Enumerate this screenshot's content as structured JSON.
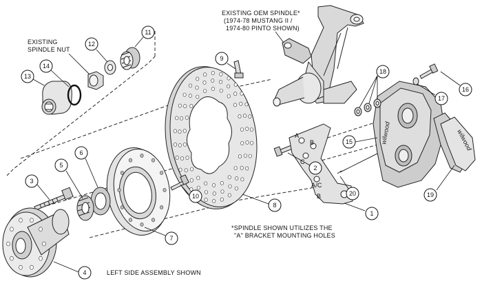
{
  "labels": {
    "spindle_title": "EXISTING OEM SPINDLE*",
    "spindle_sub1": "(1974-78 MUSTANG II /",
    "spindle_sub2": "1974-80 PINTO SHOWN)",
    "nut_line1": "EXISTING",
    "nut_line2": "SPINDLE NUT",
    "note_line1": "*SPINDLE SHOWN UTILIZES THE",
    "note_line2": "\"A\" BRACKET MOUNTING HOLES",
    "footer": "LEFT SIDE ASSEMBLY SHOWN",
    "caliper_brand": "wilwood",
    "pad_brand": "wilwood",
    "bracket_letters": [
      "A",
      "B",
      "C",
      "A/C",
      "B"
    ]
  },
  "callouts": [
    "1",
    "2",
    "3",
    "4",
    "5",
    "6",
    "7",
    "8",
    "9",
    "10",
    "11",
    "12",
    "13",
    "14",
    "15",
    "16",
    "17",
    "18",
    "19",
    "20"
  ]
}
